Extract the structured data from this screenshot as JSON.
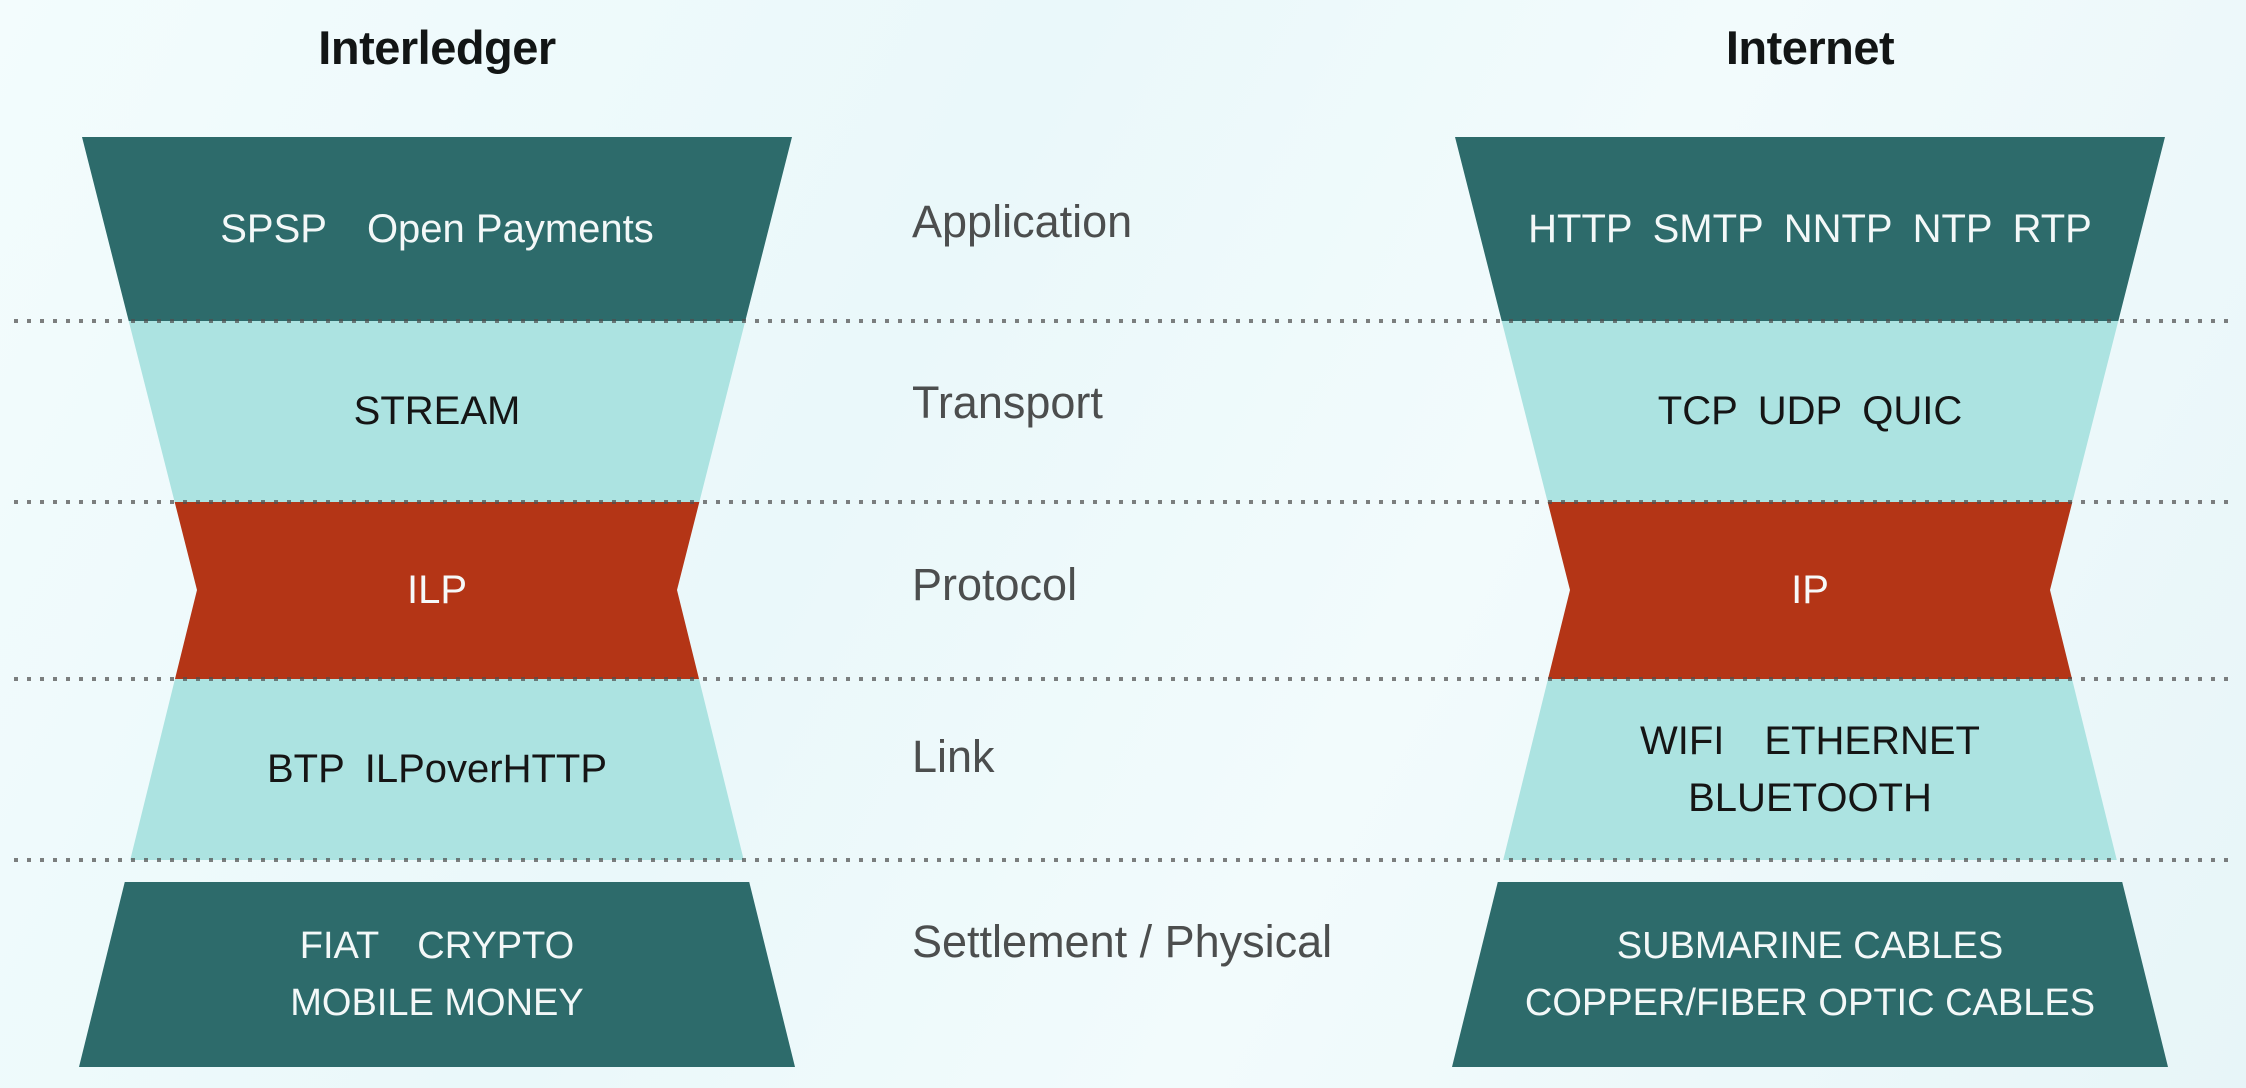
{
  "colors": {
    "dark_teal": "#2d6b6b",
    "light_teal": "#ace3e1",
    "red": "#b43516",
    "background": "#edf8fa",
    "label_gray": "#4c4e4e",
    "title_black": "#121515",
    "light_text": "#f3f8f8",
    "dark_text": "#151515",
    "dotted_line_gray": "#4e4e4e"
  },
  "layer_labels": {
    "application": "Application",
    "transport": "Transport",
    "protocol": "Protocol",
    "link": "Link",
    "settlement": "Settlement / Physical"
  },
  "stacks": [
    {
      "title": "Interledger",
      "layers": {
        "application": "SPSP Open Payments",
        "transport": "STREAM",
        "protocol": "ILP",
        "link": "BTP ILPoverHTTP",
        "settlement_line1": "FIAT CRYPTO",
        "settlement_line2": "MOBILE MONEY"
      }
    },
    {
      "title": "Internet",
      "layers": {
        "application": "HTTP SMTP NNTP NTP RTP",
        "transport": "TCP UDP QUIC",
        "protocol": "IP",
        "link_line1": "WIFI  ETHERNET",
        "link_line2": "BLUETOOTH",
        "settlement_line1": "SUBMARINE CABLES",
        "settlement_line2": "COPPER/FIBER OPTIC CABLES"
      }
    }
  ]
}
